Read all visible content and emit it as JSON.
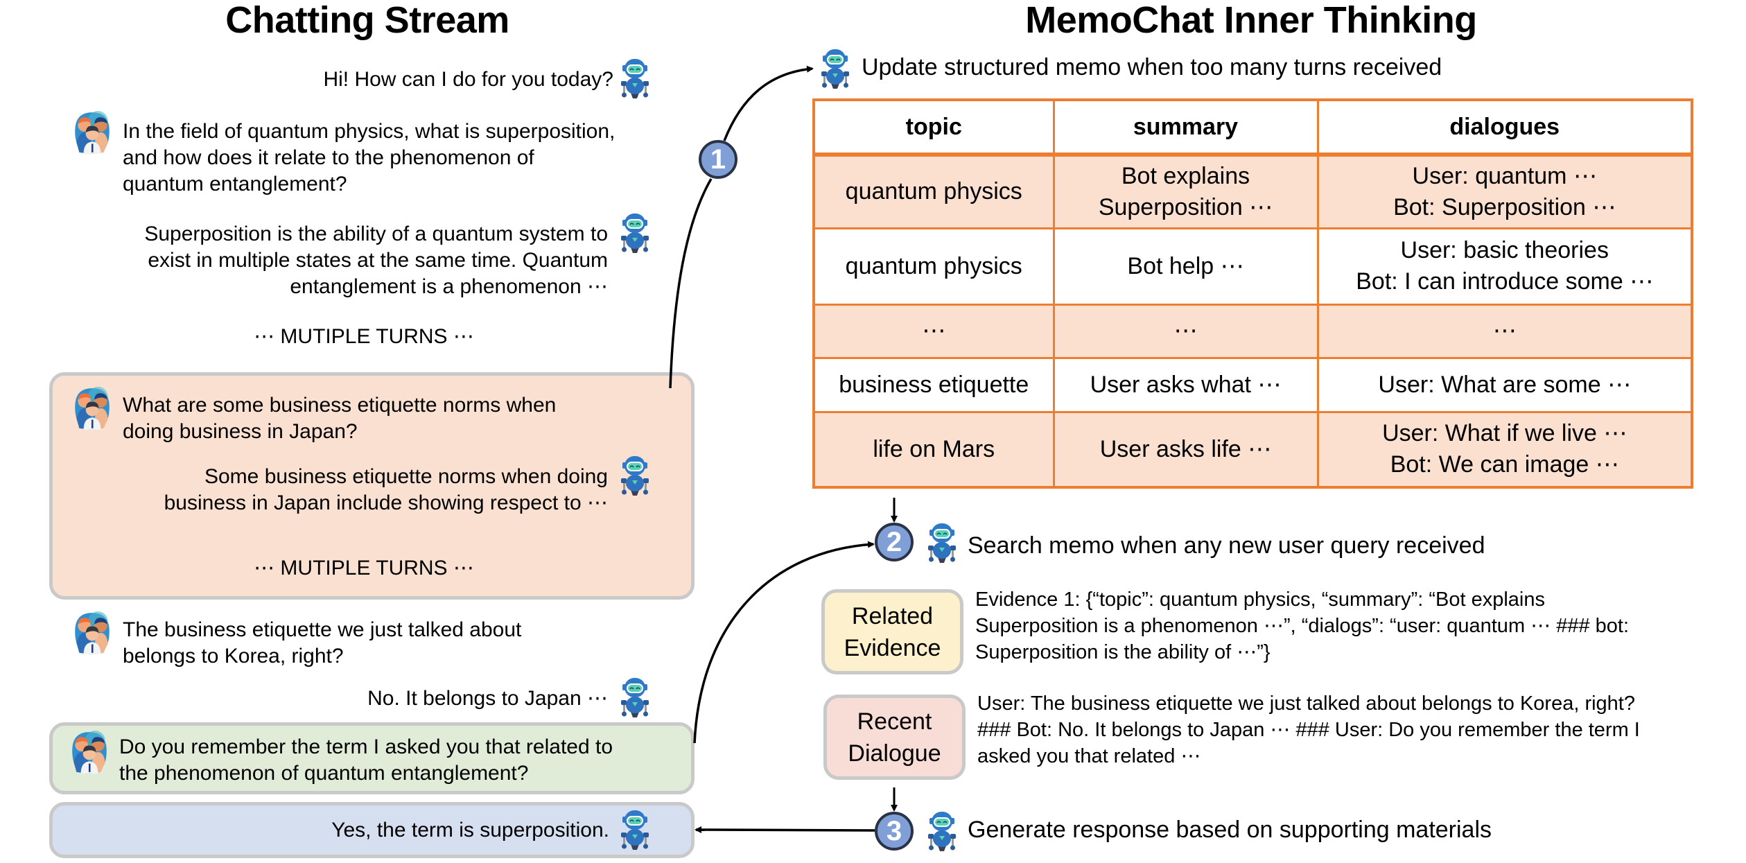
{
  "left_panel": {
    "title": "Chatting Stream",
    "messages": [
      {
        "role": "bot",
        "text": "Hi! How can I do for you today?"
      },
      {
        "role": "user",
        "text": "In the field of quantum physics, what is superposition,\nand how does it relate to the phenomenon of\nquantum entanglement?"
      },
      {
        "role": "bot",
        "text": "Superposition is the ability of a quantum system to\nexist in multiple states at the same time. Quantum\nentanglement is a phenomenon ⋯"
      },
      {
        "role": "separator",
        "text": "⋯ MUTIPLE TURNS ⋯"
      }
    ],
    "highlight_block": {
      "messages": [
        {
          "role": "user",
          "text": "What are some business etiquette norms when\ndoing business in Japan?"
        },
        {
          "role": "bot",
          "text": "Some business etiquette norms when doing\nbusiness in Japan include showing respect to ⋯"
        },
        {
          "role": "separator",
          "text": "⋯ MUTIPLE TURNS ⋯"
        }
      ]
    },
    "after_messages": [
      {
        "role": "user",
        "text": "The business etiquette we just talked about\nbelongs to Korea, right?"
      },
      {
        "role": "bot",
        "text": "No. It belongs to Japan ⋯"
      }
    ],
    "current_query": {
      "role": "user",
      "text": "Do you remember the term I asked you that related to\nthe phenomenon of quantum entanglement?"
    },
    "response": {
      "role": "bot",
      "text": "Yes, the term is superposition."
    }
  },
  "right_panel": {
    "title": "MemoChat Inner Thinking",
    "steps": [
      {
        "number": "1",
        "text": "Update structured memo when too many turns received"
      },
      {
        "number": "2",
        "text": "Search memo when any new user query received"
      },
      {
        "number": "3",
        "text": "Generate response based on supporting materials"
      }
    ],
    "memo_table": {
      "headers": [
        "topic",
        "summary",
        "dialogues"
      ],
      "rows": [
        [
          "quantum physics",
          "Bot explains\nSuperposition ⋯",
          "User: quantum ⋯\nBot: Superposition ⋯"
        ],
        [
          "quantum physics",
          "Bot help ⋯",
          "User: basic theories\nBot: I can introduce some ⋯"
        ],
        [
          "⋯",
          "⋯",
          "⋯"
        ],
        [
          "business etiquette",
          "User asks what ⋯",
          "User: What are some ⋯"
        ],
        [
          "life on Mars",
          "User asks life ⋯",
          "User: What if we live ⋯\nBot: We can image ⋯"
        ]
      ]
    },
    "related_evidence": {
      "label": "Related\nEvidence",
      "text": "Evidence 1: {“topic”: quantum physics, “summary”: “Bot explains\nSuperposition is a phenomenon ⋯”, “dialogs”: “user: quantum ⋯ ### bot:\nSuperposition is the ability of ⋯”}"
    },
    "recent_dialogue": {
      "label": "Recent\nDialogue",
      "text": "User: The business etiquette we just talked about belongs to Korea, right?\n### Bot: No. It belongs to Japan ⋯ ### User: Do you remember the term I\nasked you that related ⋯"
    }
  },
  "icons": {
    "bot": "robot-icon",
    "user": "user-group-avatar-icon"
  },
  "colors": {
    "table_border": "#ed7d31",
    "table_row_fill": "#fbe0d0",
    "peach_box": "#fae0d0",
    "green_box": "#e0ecd8",
    "blue_box": "#d6dff0",
    "evidence_box": "#fdf0cc",
    "dialogue_box": "#f8dcd6",
    "step_circle": "#7f9fd6"
  }
}
